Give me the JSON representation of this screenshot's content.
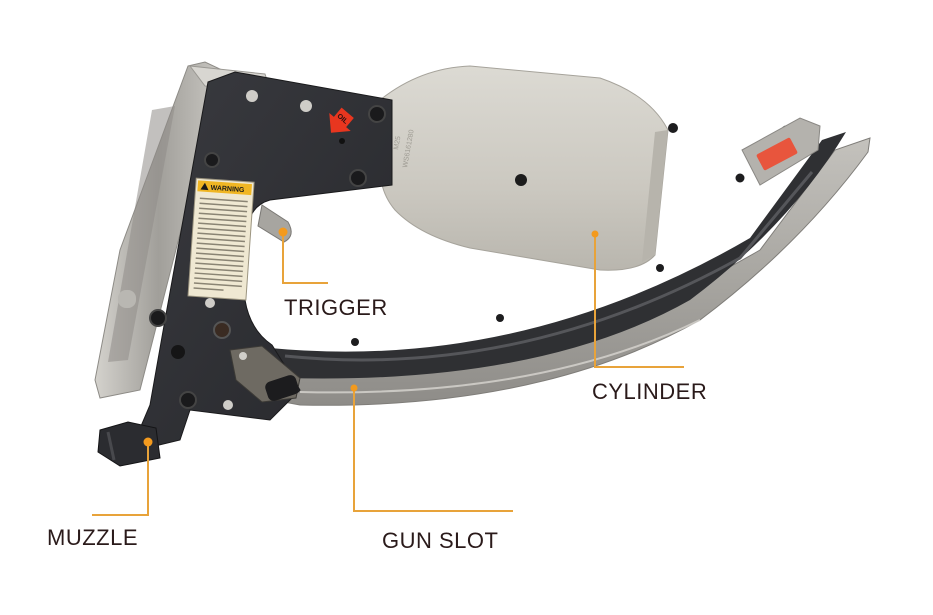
{
  "image": {
    "description": "Pneumatic hog ring / clip gun product photo with labeled callouts",
    "background": "#ffffff"
  },
  "tool": {
    "warning_label": "WARNING",
    "oil_marker": "OIL",
    "housing_text": [
      "M25",
      "WS6161280"
    ],
    "colors": {
      "housing": "#cfccc4",
      "frame": "#2e2f33",
      "rail": "#a9a7a2",
      "rail_dark": "#3a3a3a",
      "warning_label_bg": "#efe8d2",
      "warning_header": "#f0b623",
      "oil_arrow": "#e8361f",
      "rail_tag": "#e8553d"
    }
  },
  "callouts": {
    "line_color": "#e8a33a",
    "dot_color": "#f39a1e",
    "text_color": "#2a1a1a",
    "items": [
      {
        "id": "trigger",
        "label": "TRIGGER"
      },
      {
        "id": "cylinder",
        "label": "CYLINDER"
      },
      {
        "id": "gun_slot",
        "label": "GUN SLOT"
      },
      {
        "id": "muzzle",
        "label": "MUZZLE"
      }
    ]
  }
}
